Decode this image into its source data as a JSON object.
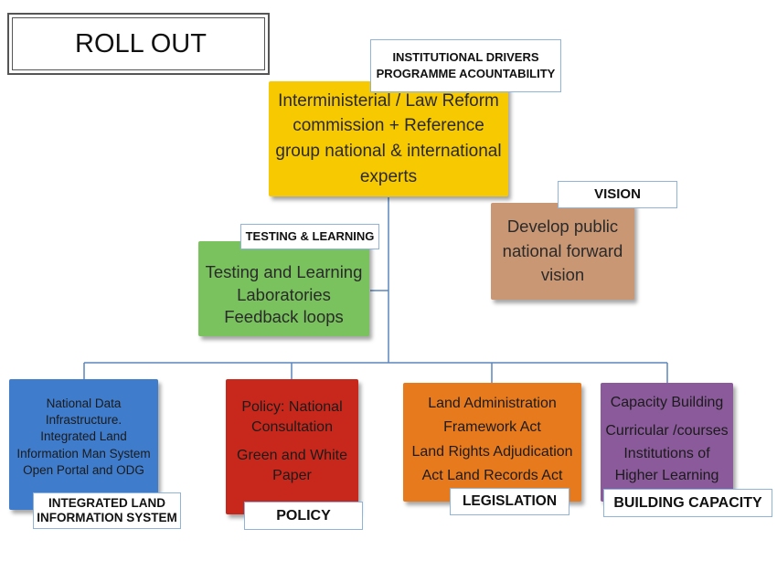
{
  "title": "ROLL OUT",
  "top": {
    "tag_lines": [
      "INSTITUTIONAL DRIVERS",
      "PROGRAMME ACOUNTABILITY"
    ],
    "lines": [
      "Interministerial / Law Reform",
      "commission + Reference",
      "group national & international",
      "experts"
    ]
  },
  "vision": {
    "tag": "VISION",
    "lines": [
      "Develop public",
      "national forward",
      "vision"
    ]
  },
  "testing": {
    "tag": "TESTING & LEARNING",
    "lines": [
      "Testing and Learning",
      "Laboratories",
      "Feedback loops"
    ]
  },
  "ilis": {
    "lines": [
      "National Data",
      "Infrastructure.",
      "Integrated Land",
      "Information Man System",
      "Open Portal and ODG"
    ],
    "tag_lines": [
      "INTEGRATED LAND",
      "INFORMATION SYSTEM"
    ]
  },
  "policy": {
    "lines": [
      "Policy: National",
      "Consultation",
      "Green and White",
      "Paper"
    ],
    "tag": "POLICY"
  },
  "legislation": {
    "lines": [
      "Land Administration",
      "Framework Act",
      "Land Rights Adjudication",
      "Act Land Records Act"
    ],
    "tag": "LEGISLATION"
  },
  "capacity": {
    "lines": [
      "Capacity Building",
      "Curricular /courses",
      "Institutions of",
      "Higher Learning"
    ],
    "tag": "BUILDING CAPACITY"
  },
  "colors": {
    "top": "#f7c900",
    "vision": "#c99774",
    "testing": "#79c25e",
    "ilis": "#3f7ccc",
    "policy": "#c8281c",
    "legislation": "#e87a1e",
    "capacity": "#8b5a9b",
    "connector": "#5b86bd"
  }
}
